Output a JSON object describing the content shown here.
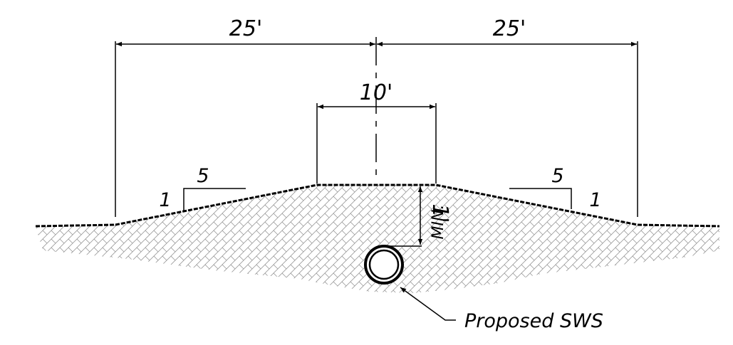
{
  "dimensions": {
    "left_width": "25'",
    "right_width": "25'",
    "top_width": "10'",
    "cover_depth": "1'",
    "cover_note": "MIN."
  },
  "slopes": {
    "left_run": "5",
    "left_rise": "1",
    "right_run": "5",
    "right_rise": "1"
  },
  "callout": {
    "pipe_label": "Proposed SWS"
  },
  "colors": {
    "line": "#000000",
    "hatch": "#9a9a9a",
    "background": "#ffffff"
  }
}
